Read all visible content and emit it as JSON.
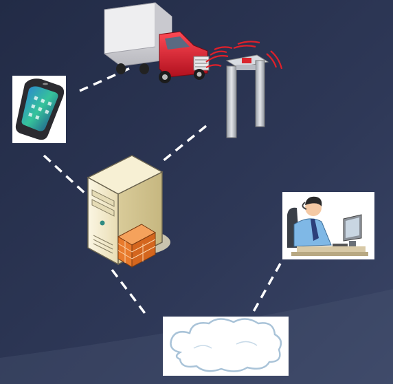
{
  "diagram": {
    "title": "",
    "nodes": [
      {
        "id": "truck",
        "icon": "truck-icon"
      },
      {
        "id": "rfid-gate",
        "icon": "rfid-gate-icon"
      },
      {
        "id": "phone",
        "icon": "smartphone-icon"
      },
      {
        "id": "server",
        "icon": "server-firewall-icon"
      },
      {
        "id": "operator",
        "icon": "operator-workstation-icon"
      },
      {
        "id": "cloud",
        "icon": "cloud-icon"
      }
    ],
    "links": [
      {
        "from": "phone",
        "to": "truck",
        "style": "dashed"
      },
      {
        "from": "phone",
        "to": "server",
        "style": "dashed"
      },
      {
        "from": "rfid-gate",
        "to": "server",
        "style": "dashed"
      },
      {
        "from": "server",
        "to": "cloud",
        "style": "dashed"
      },
      {
        "from": "operator",
        "to": "cloud",
        "style": "dashed"
      }
    ],
    "colors": {
      "background": "#2a3450",
      "link": "#ffffff",
      "truck_cab": "#d9172a",
      "truck_box": "#d8d8dc",
      "rfid_waves": "#e0202a",
      "server_body": "#f1e7c6",
      "firewall": "#e87a2c",
      "operator_shirt": "#7fb8e6"
    }
  }
}
